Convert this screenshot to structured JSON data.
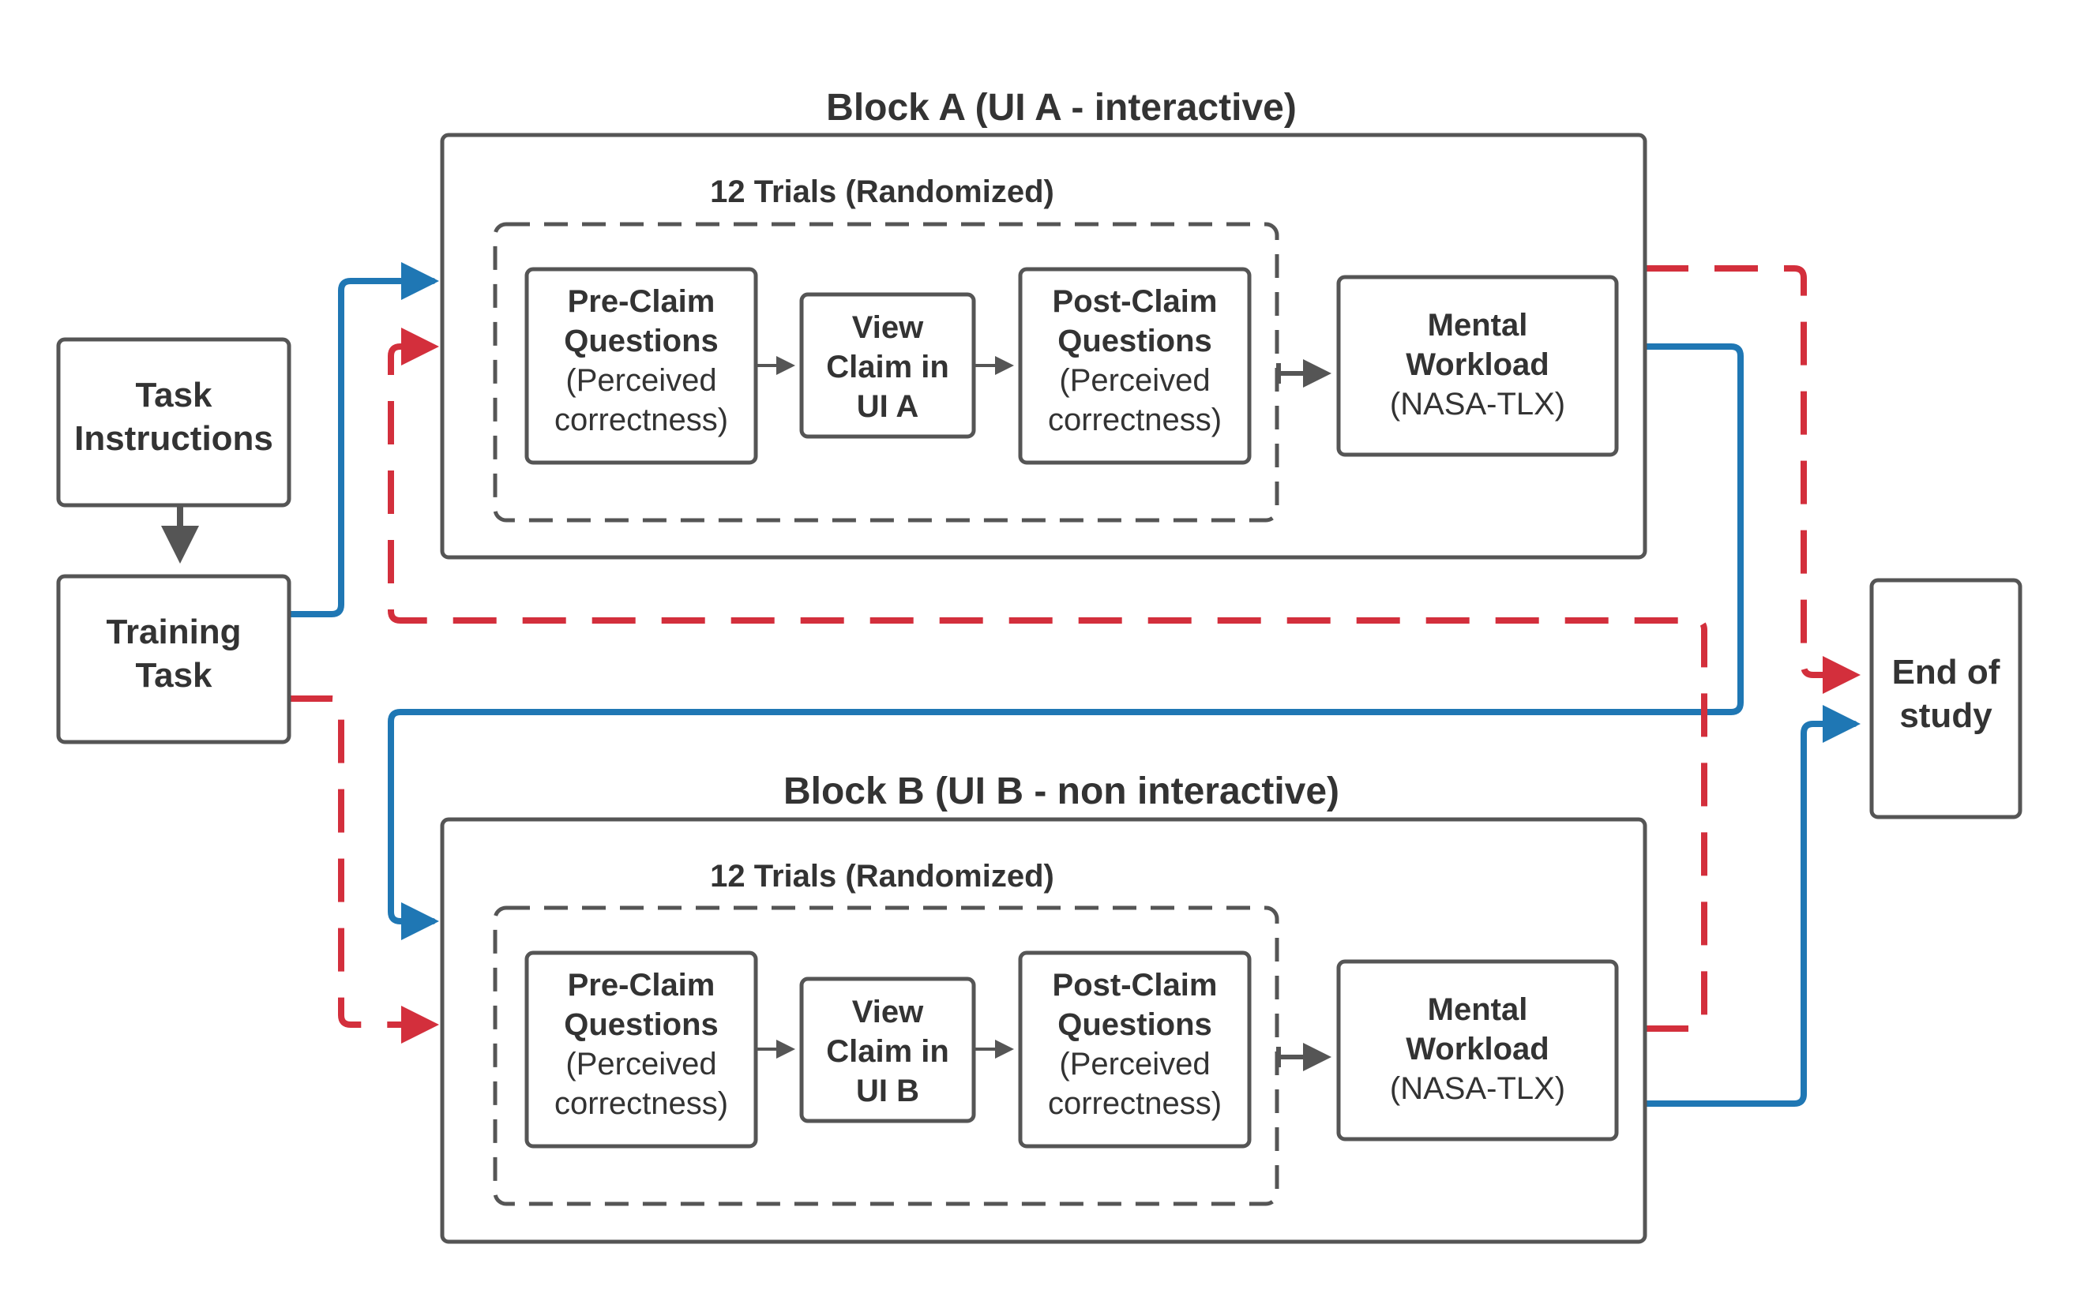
{
  "colors": {
    "box_stroke": "#555555",
    "text": "#333333",
    "blue_path": "#1f77b4",
    "red_path": "#d32f3c"
  },
  "task_instructions": {
    "line1": "Task",
    "line2": "Instructions"
  },
  "training_task": {
    "line1": "Training",
    "line2": "Task"
  },
  "end_of_study": {
    "line1": "End of",
    "line2": "study"
  },
  "block_a": {
    "title": "Block A (UI A - interactive)",
    "trials_label": "12 Trials (Randomized)",
    "pre_claim": {
      "line1": "Pre-Claim",
      "line2": "Questions",
      "line3": "(Perceived",
      "line4": "correctness)"
    },
    "view_claim": {
      "line1": "View",
      "line2": "Claim in",
      "line3": "UI A"
    },
    "post_claim": {
      "line1": "Post-Claim",
      "line2": "Questions",
      "line3": "(Perceived",
      "line4": "correctness)"
    },
    "mental_workload": {
      "line1": "Mental",
      "line2": "Workload",
      "line3": "(NASA-TLX)"
    }
  },
  "block_b": {
    "title": "Block B (UI B - non interactive)",
    "trials_label": "12 Trials (Randomized)",
    "pre_claim": {
      "line1": "Pre-Claim",
      "line2": "Questions",
      "line3": "(Perceived",
      "line4": "correctness)"
    },
    "view_claim": {
      "line1": "View",
      "line2": "Claim in",
      "line3": "UI B"
    },
    "post_claim": {
      "line1": "Post-Claim",
      "line2": "Questions",
      "line3": "(Perceived",
      "line4": "correctness)"
    },
    "mental_workload": {
      "line1": "Mental",
      "line2": "Workload",
      "line3": "(NASA-TLX)"
    }
  }
}
